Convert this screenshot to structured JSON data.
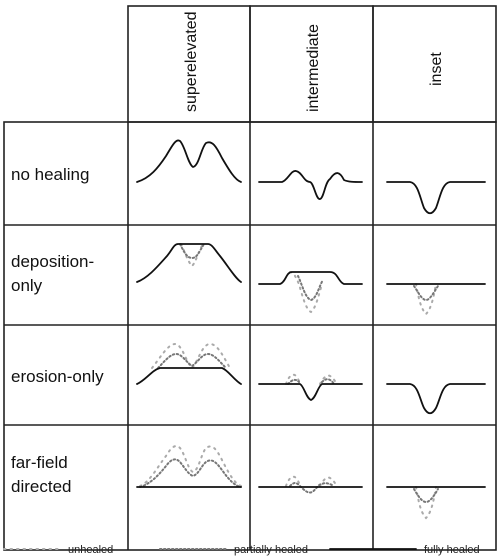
{
  "columns": [
    {
      "id": "superelevated",
      "label": "superelevated"
    },
    {
      "id": "intermediate",
      "label": "intermediate"
    },
    {
      "id": "inset",
      "label": "inset"
    }
  ],
  "rows": [
    {
      "id": "no-healing",
      "label_lines": [
        "no healing"
      ]
    },
    {
      "id": "deposition-only",
      "label_lines": [
        "deposition-",
        "only"
      ]
    },
    {
      "id": "erosion-only",
      "label_lines": [
        "erosion-only"
      ]
    },
    {
      "id": "far-field-directed",
      "label_lines": [
        "far-field",
        "directed"
      ]
    }
  ],
  "legend": {
    "unhealed": "unhealed",
    "partial": "partially healed",
    "full": "fully healed"
  }
}
